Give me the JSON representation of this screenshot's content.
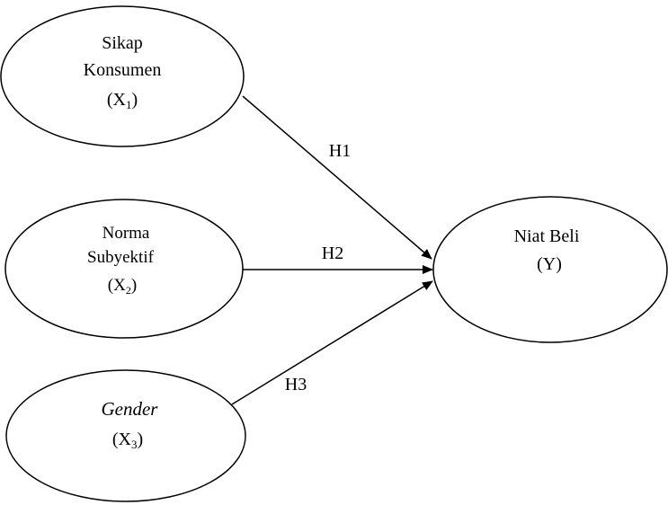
{
  "nodes": {
    "x1": {
      "lines": [
        "Sikap",
        "Konsumen"
      ],
      "var": "X",
      "sub": "1"
    },
    "x2": {
      "lines": [
        "Norma",
        "Subyektif"
      ],
      "var": "X",
      "sub": "2"
    },
    "x3": {
      "lines": [
        "Gender"
      ],
      "italic": true,
      "var": "X",
      "sub": "3"
    },
    "y": {
      "lines": [
        "Niat Beli"
      ],
      "var": "Y",
      "sub": ""
    }
  },
  "edges": [
    {
      "from": "x1",
      "to": "y",
      "label": "H1"
    },
    {
      "from": "x2",
      "to": "y",
      "label": "H2"
    },
    {
      "from": "x3",
      "to": "y",
      "label": "H3"
    }
  ]
}
